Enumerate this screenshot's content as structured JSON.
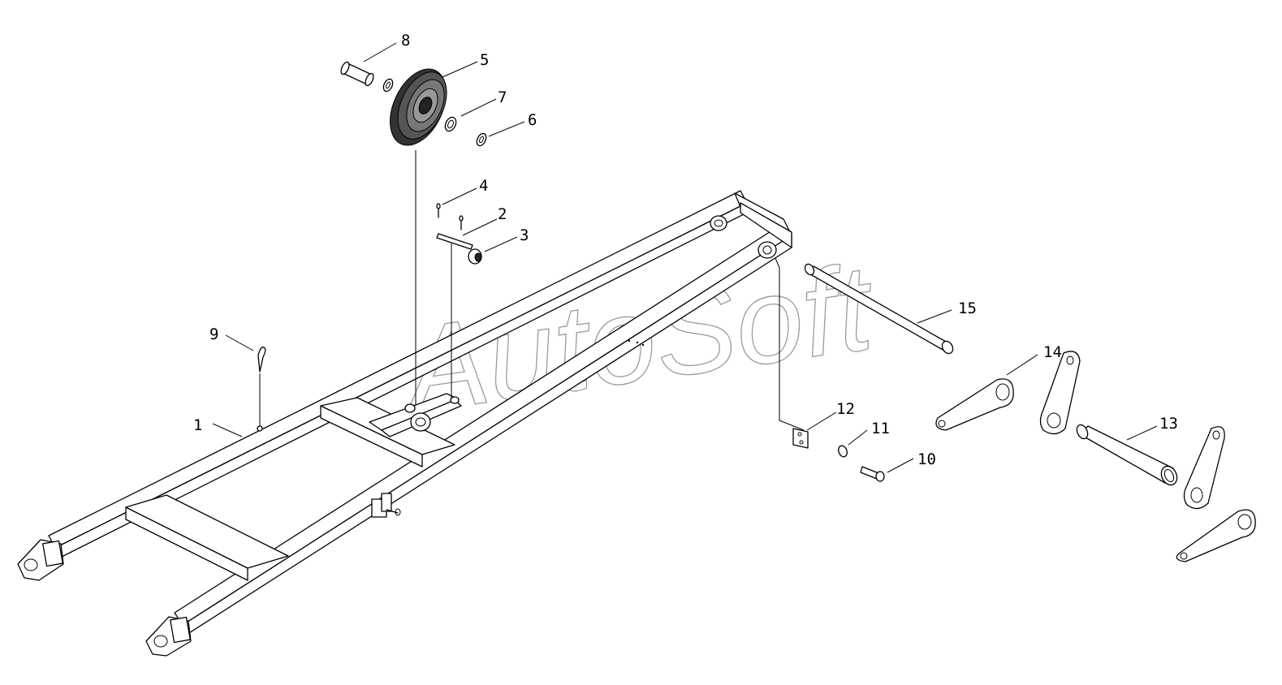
{
  "watermark": "AutoSoft",
  "callouts": [
    {
      "id": "1",
      "label": "1"
    },
    {
      "id": "2",
      "label": "2"
    },
    {
      "id": "3",
      "label": "3"
    },
    {
      "id": "4",
      "label": "4"
    },
    {
      "id": "5",
      "label": "5"
    },
    {
      "id": "6",
      "label": "6"
    },
    {
      "id": "7",
      "label": "7"
    },
    {
      "id": "8",
      "label": "8"
    },
    {
      "id": "9",
      "label": "9"
    },
    {
      "id": "10",
      "label": "10"
    },
    {
      "id": "11",
      "label": "11"
    },
    {
      "id": "12",
      "label": "12"
    },
    {
      "id": "13",
      "label": "13"
    },
    {
      "id": "14",
      "label": "14"
    },
    {
      "id": "15",
      "label": "15"
    }
  ]
}
